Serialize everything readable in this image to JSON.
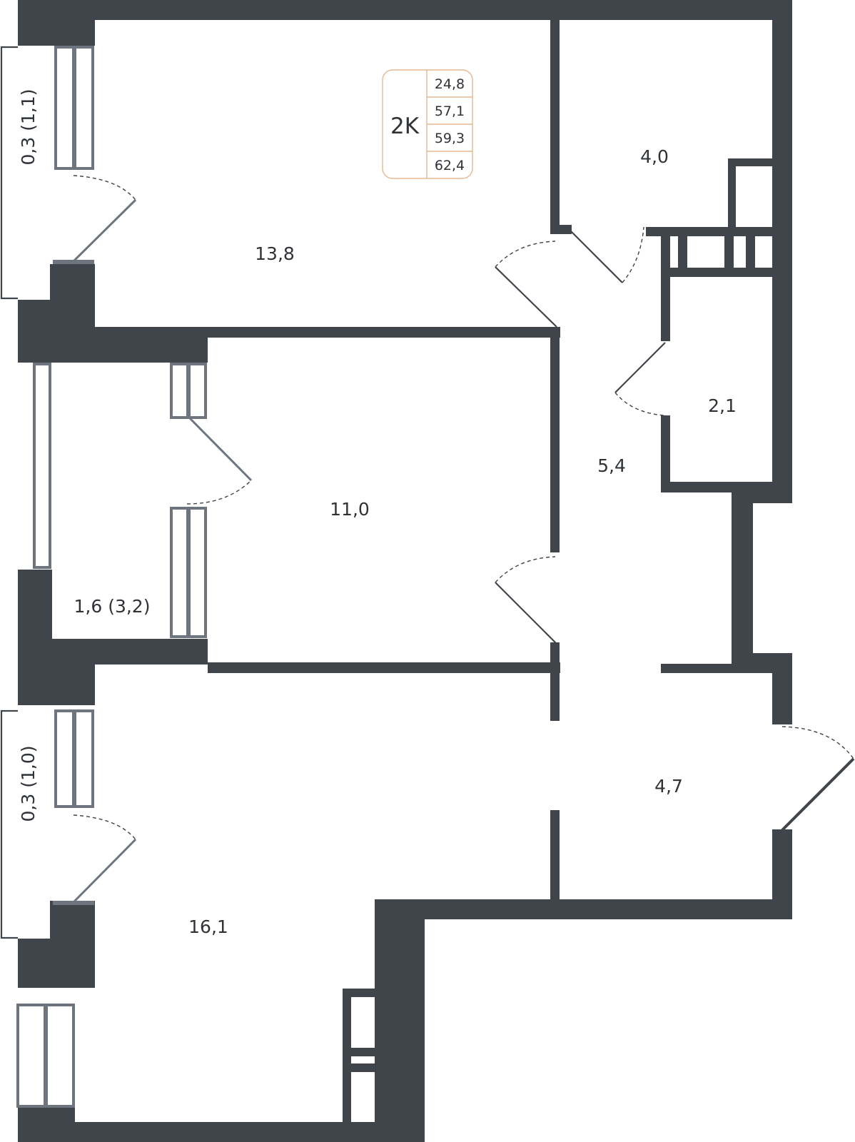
{
  "badge": {
    "type": "2K",
    "values": [
      "24,8",
      "57,1",
      "59,3",
      "62,4"
    ]
  },
  "rooms": {
    "room_top_left": "13,8",
    "room_top_right": "4,0",
    "room_middle": "11,0",
    "hall": "5,4",
    "bath": "2,1",
    "loggia": "1,6 (3,2)",
    "entry": "4,7",
    "room_bottom": "16,1",
    "balcony_top": "0,3 (1,1)",
    "balcony_bottom": "0,3 (1,0)"
  },
  "colors": {
    "wall": "#40444b",
    "window": "#6e757e",
    "badge_border": "#e6b892"
  }
}
